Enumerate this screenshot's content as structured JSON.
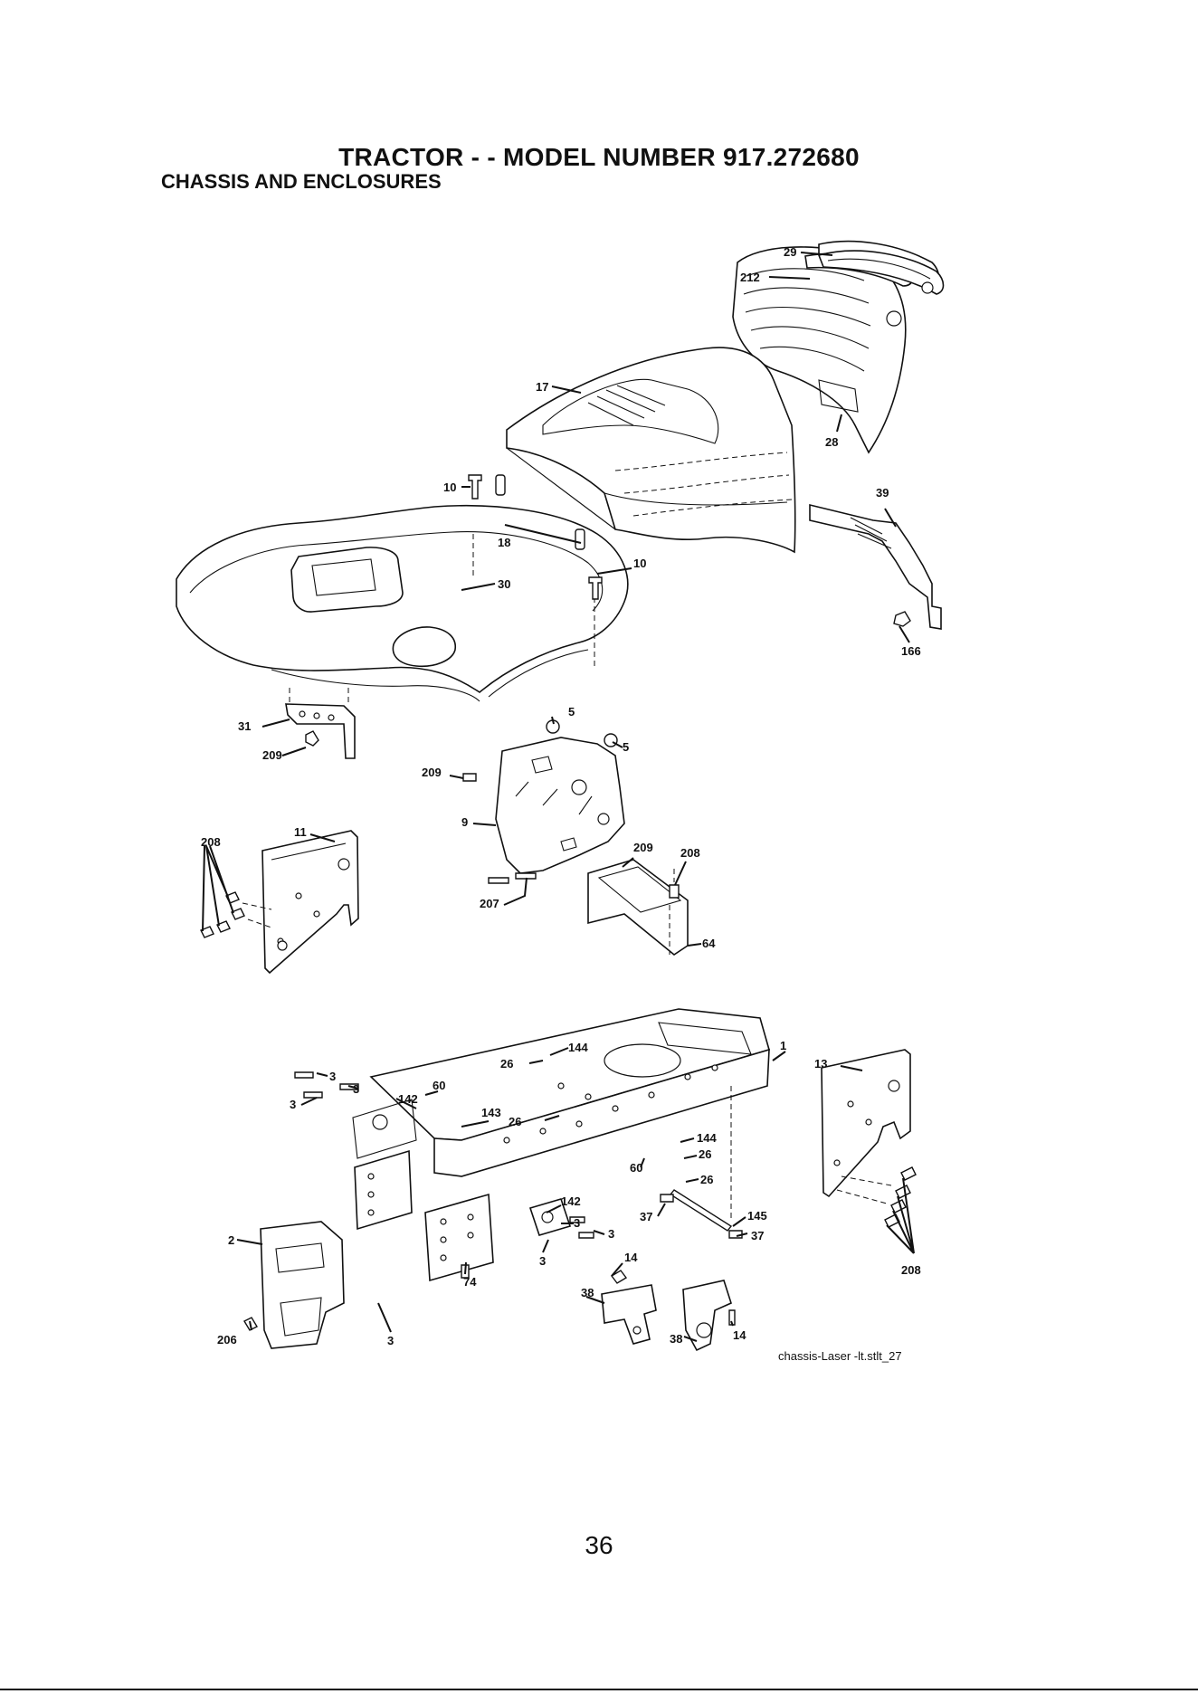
{
  "header": {
    "title": "TRACTOR - - MODEL NUMBER  917.272680",
    "subtitle": "CHASSIS AND ENCLOSURES"
  },
  "diagram": {
    "callouts": [
      {
        "id": "c29",
        "label": "29"
      },
      {
        "id": "c212",
        "label": "212"
      },
      {
        "id": "c17",
        "label": "17"
      },
      {
        "id": "c28",
        "label": "28"
      },
      {
        "id": "c10a",
        "label": "10"
      },
      {
        "id": "c18",
        "label": "18"
      },
      {
        "id": "c10b",
        "label": "10"
      },
      {
        "id": "c30",
        "label": "30"
      },
      {
        "id": "c39",
        "label": "39"
      },
      {
        "id": "c166",
        "label": "166"
      },
      {
        "id": "c31",
        "label": "31"
      },
      {
        "id": "c209a",
        "label": "209"
      },
      {
        "id": "c5a",
        "label": "5"
      },
      {
        "id": "c5b",
        "label": "5"
      },
      {
        "id": "c209b",
        "label": "209"
      },
      {
        "id": "c9",
        "label": "9"
      },
      {
        "id": "c208a",
        "label": "208"
      },
      {
        "id": "c11",
        "label": "11"
      },
      {
        "id": "c209c",
        "label": "209"
      },
      {
        "id": "c208b",
        "label": "208"
      },
      {
        "id": "c207",
        "label": "207"
      },
      {
        "id": "c64",
        "label": "64"
      },
      {
        "id": "c144a",
        "label": "144"
      },
      {
        "id": "c26a",
        "label": "26"
      },
      {
        "id": "c1",
        "label": "1"
      },
      {
        "id": "c13",
        "label": "13"
      },
      {
        "id": "c3a",
        "label": "3"
      },
      {
        "id": "c3b",
        "label": "3"
      },
      {
        "id": "c3c",
        "label": "3"
      },
      {
        "id": "c142a",
        "label": "142"
      },
      {
        "id": "c60a",
        "label": "60"
      },
      {
        "id": "c26b",
        "label": "26"
      },
      {
        "id": "c143",
        "label": "143"
      },
      {
        "id": "c144b",
        "label": "144"
      },
      {
        "id": "c26c",
        "label": "26"
      },
      {
        "id": "c60b",
        "label": "60"
      },
      {
        "id": "c26d",
        "label": "26"
      },
      {
        "id": "c142b",
        "label": "142"
      },
      {
        "id": "c3d",
        "label": "3"
      },
      {
        "id": "c3e",
        "label": "3"
      },
      {
        "id": "c37a",
        "label": "37"
      },
      {
        "id": "c145",
        "label": "145"
      },
      {
        "id": "c37b",
        "label": "37"
      },
      {
        "id": "c3f",
        "label": "3"
      },
      {
        "id": "c2",
        "label": "2"
      },
      {
        "id": "c74",
        "label": "74"
      },
      {
        "id": "c14a",
        "label": "14"
      },
      {
        "id": "c38a",
        "label": "38"
      },
      {
        "id": "c208c",
        "label": "208"
      },
      {
        "id": "c206",
        "label": "206"
      },
      {
        "id": "c3g",
        "label": "3"
      },
      {
        "id": "c38b",
        "label": "38"
      },
      {
        "id": "c14b",
        "label": "14"
      }
    ],
    "caption": "chassis-Laser -lt.stlt_27"
  },
  "footer": {
    "page_number": "36"
  }
}
